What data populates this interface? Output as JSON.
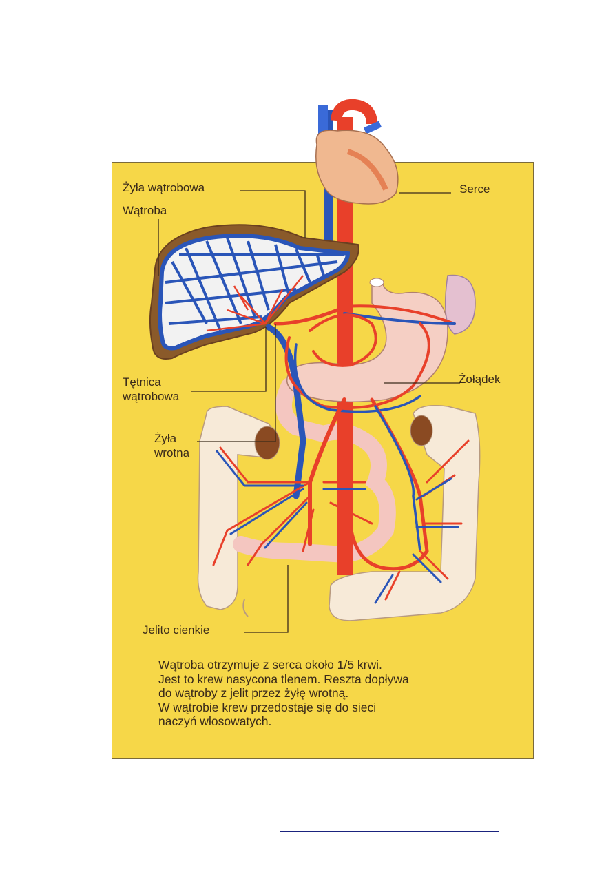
{
  "figure": {
    "panel_color": "#f6d748",
    "artery_color": "#e8402a",
    "vein_color": "#2a55b8",
    "labels": {
      "hepatic_vein": "Żyła wątrobowa",
      "liver": "Wątroba",
      "heart": "Serce",
      "hepatic_artery_line1": "Tętnica",
      "hepatic_artery_line2": "wątrobowa",
      "stomach": "Żołądek",
      "portal_vein_line1": "Żyła",
      "portal_vein_line2": "wrotna",
      "small_intestine": "Jelito cienkie"
    },
    "caption": {
      "line1": "Wątroba otrzymuje z serca około 1/5 krwi.",
      "line2": "Jest to krew nasycona tlenem. Reszta dopływa",
      "line3": "do wątroby z jelit przez żyłę wrotną.",
      "line4": "W wątrobie krew przedostaje się do sieci",
      "line5": "naczyń włosowatych."
    },
    "organs": [
      "heart",
      "liver",
      "stomach",
      "spleen",
      "small-intestine",
      "large-intestine",
      "aorta",
      "vena-cava"
    ]
  },
  "footer": {
    "link_line_color": "#1a237e"
  }
}
